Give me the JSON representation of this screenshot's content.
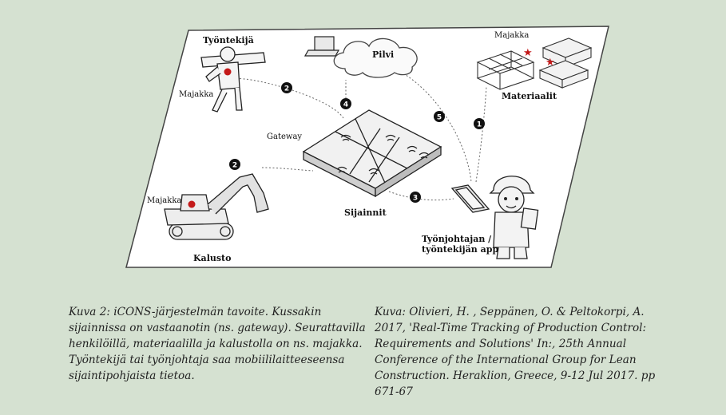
{
  "diagram": {
    "labels": {
      "worker": "Työntekijä",
      "beacon_worker": "Majakka",
      "cloud": "Pilvi",
      "beacon_materials": "Majakka",
      "materials": "Materiaalit",
      "gateway": "Gateway",
      "beacon_equipment": "Majakka",
      "equipment": "Kalusto",
      "locations": "Sijainnit",
      "app_line1": "Työnjohtajan /",
      "app_line2": "työntekijän app"
    },
    "step_numbers": [
      "1",
      "2",
      "2",
      "3",
      "4",
      "5"
    ]
  },
  "captions": {
    "left": "Kuva 2: iCONS-järjestelmän tavoite. Kussakin sijainnissa on vastaanotin (ns. gateway). Seurattavilla henkilöillä, materiaalilla ja kalustolla on ns. majakka. Työntekijä tai työnjohtaja saa mobiililaitteeseensa sijaintipohjaista tietoa.",
    "right": "Kuva: Olivieri, H. , Seppänen, O. & Peltokorpi, A. 2017, 'Real-Time Tracking of Production Control: Requirements and Solutions' In:, 25th Annual Conference of the International Group for Lean Construction. Heraklion, Greece, 9-12 Jul 2017. pp 671-67"
  },
  "colors": {
    "background": "#d5e1d1",
    "panel": "#ffffff",
    "beacon": "#c41a1a",
    "badge": "#111111"
  }
}
